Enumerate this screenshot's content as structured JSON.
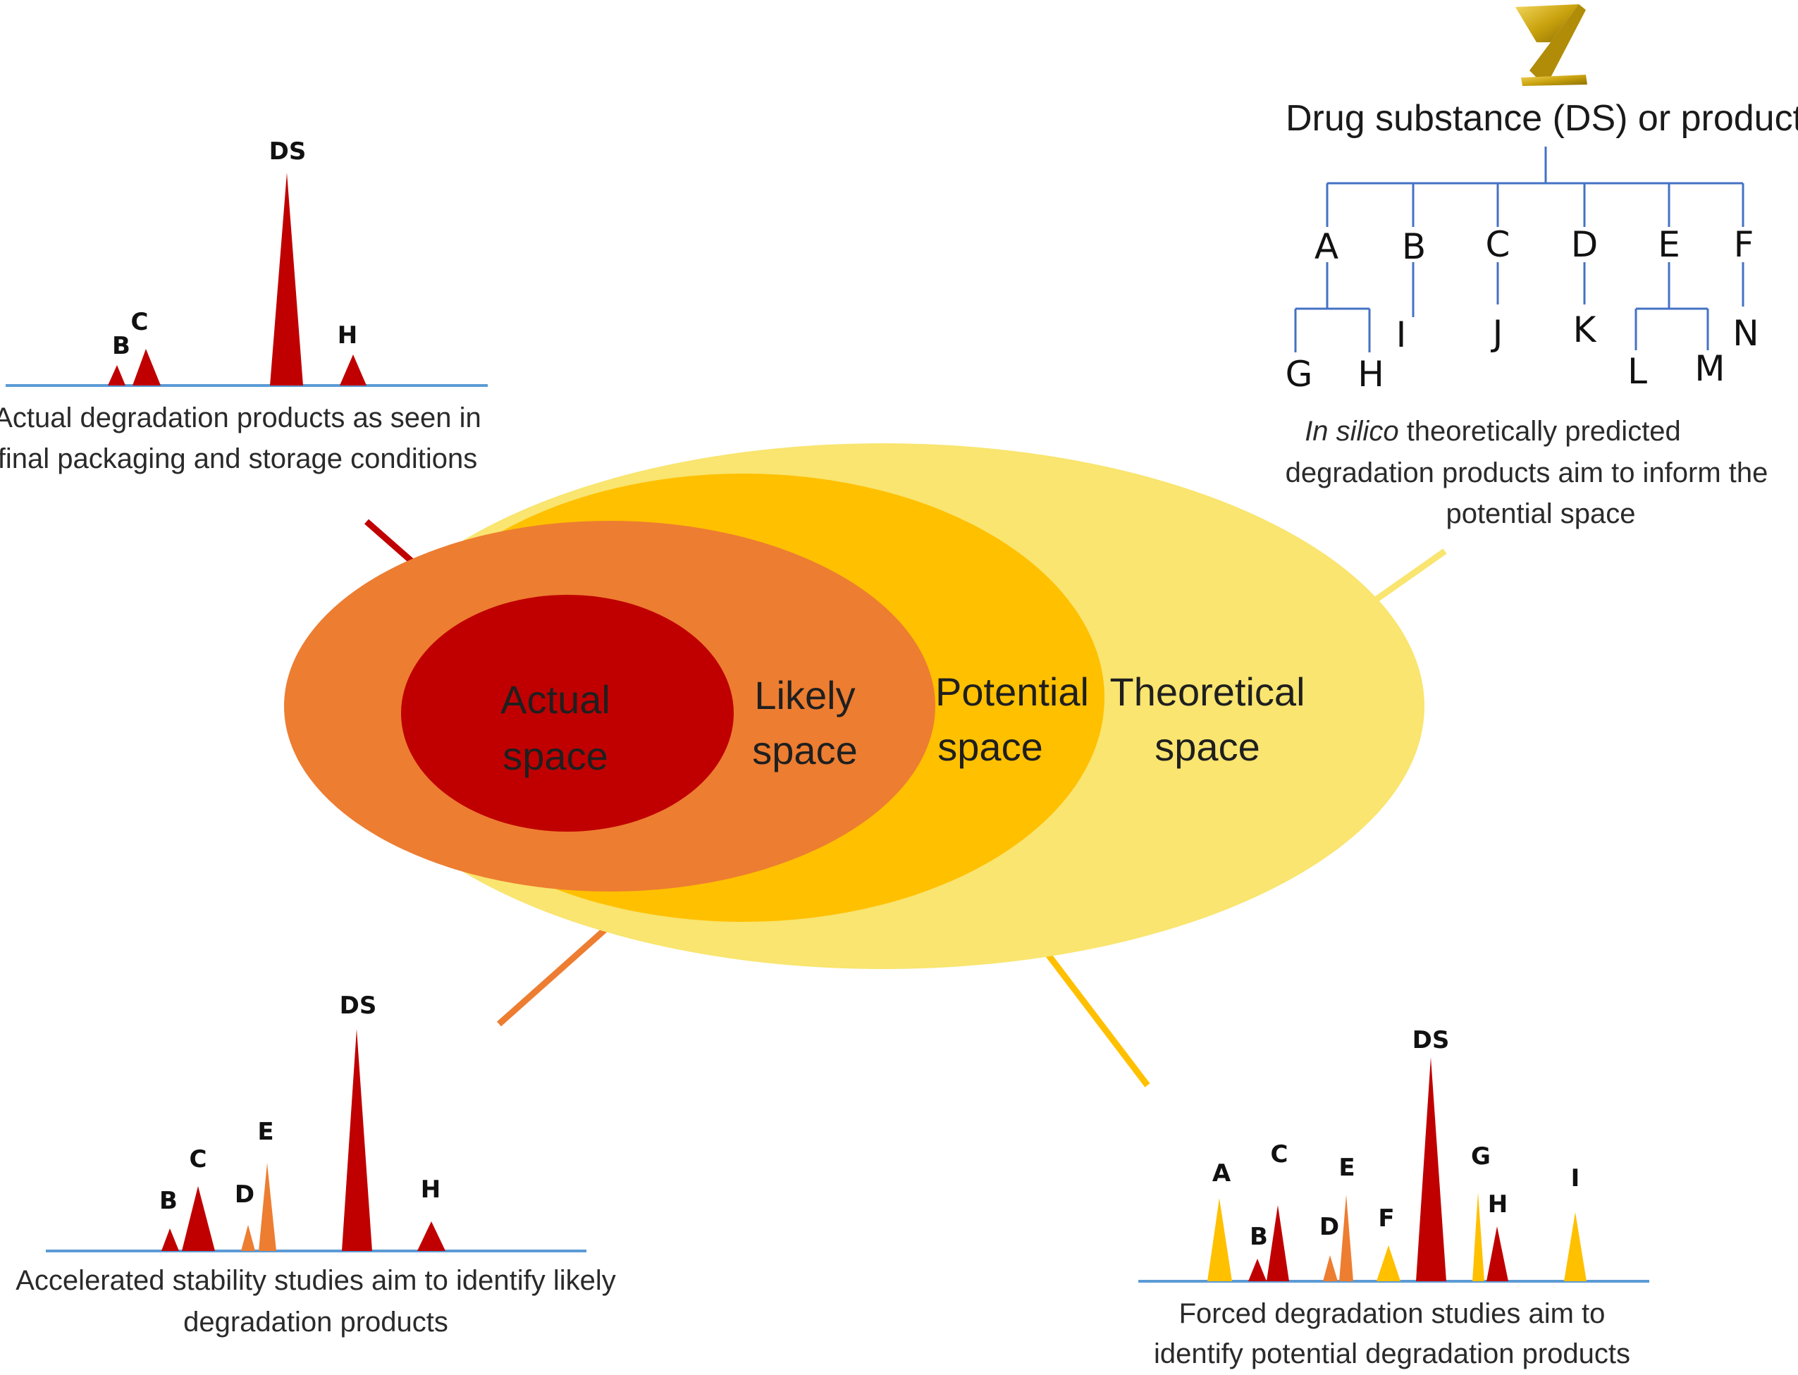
{
  "colors": {
    "actual": "#c00000",
    "likely": "#ed7d31",
    "potential": "#ffc000",
    "theoretical": "#f9e56f",
    "baseline": "#5b9bd5",
    "tree": "#4472c4"
  },
  "spaces": {
    "actual": [
      "Actual",
      "space"
    ],
    "likely": [
      "Likely",
      "space"
    ],
    "potential": [
      "Potential",
      "space"
    ],
    "theoretical": [
      "Theoretical",
      "space"
    ]
  },
  "panels": {
    "actual": {
      "caption": [
        "Actual degradation products as seen in",
        "final packaging and storage conditions"
      ],
      "peaks": [
        "B",
        "C",
        "DS",
        "H"
      ]
    },
    "likely": {
      "caption": [
        "Accelerated stability studies aim to identify likely",
        "degradation products"
      ],
      "peaks": [
        "B",
        "C",
        "D",
        "E",
        "DS",
        "H"
      ]
    },
    "potential": {
      "caption": [
        "Forced degradation studies aim to",
        "identify potential degradation products"
      ],
      "peaks": [
        "A",
        "B",
        "C",
        "D",
        "E",
        "F",
        "DS",
        "G",
        "H",
        "I"
      ]
    },
    "theoretical": {
      "title": "Drug substance (DS) or product",
      "caption_italic": "In silico",
      "caption": [
        " theoretically predicted",
        "degradation products aim to inform the",
        "potential space"
      ],
      "level1": [
        "A",
        "B",
        "C",
        "D",
        "E",
        "F"
      ],
      "level2": [
        "G",
        "H",
        "I",
        "J",
        "K",
        "L",
        "M",
        "N"
      ],
      "icon": "z-logo-icon"
    }
  }
}
